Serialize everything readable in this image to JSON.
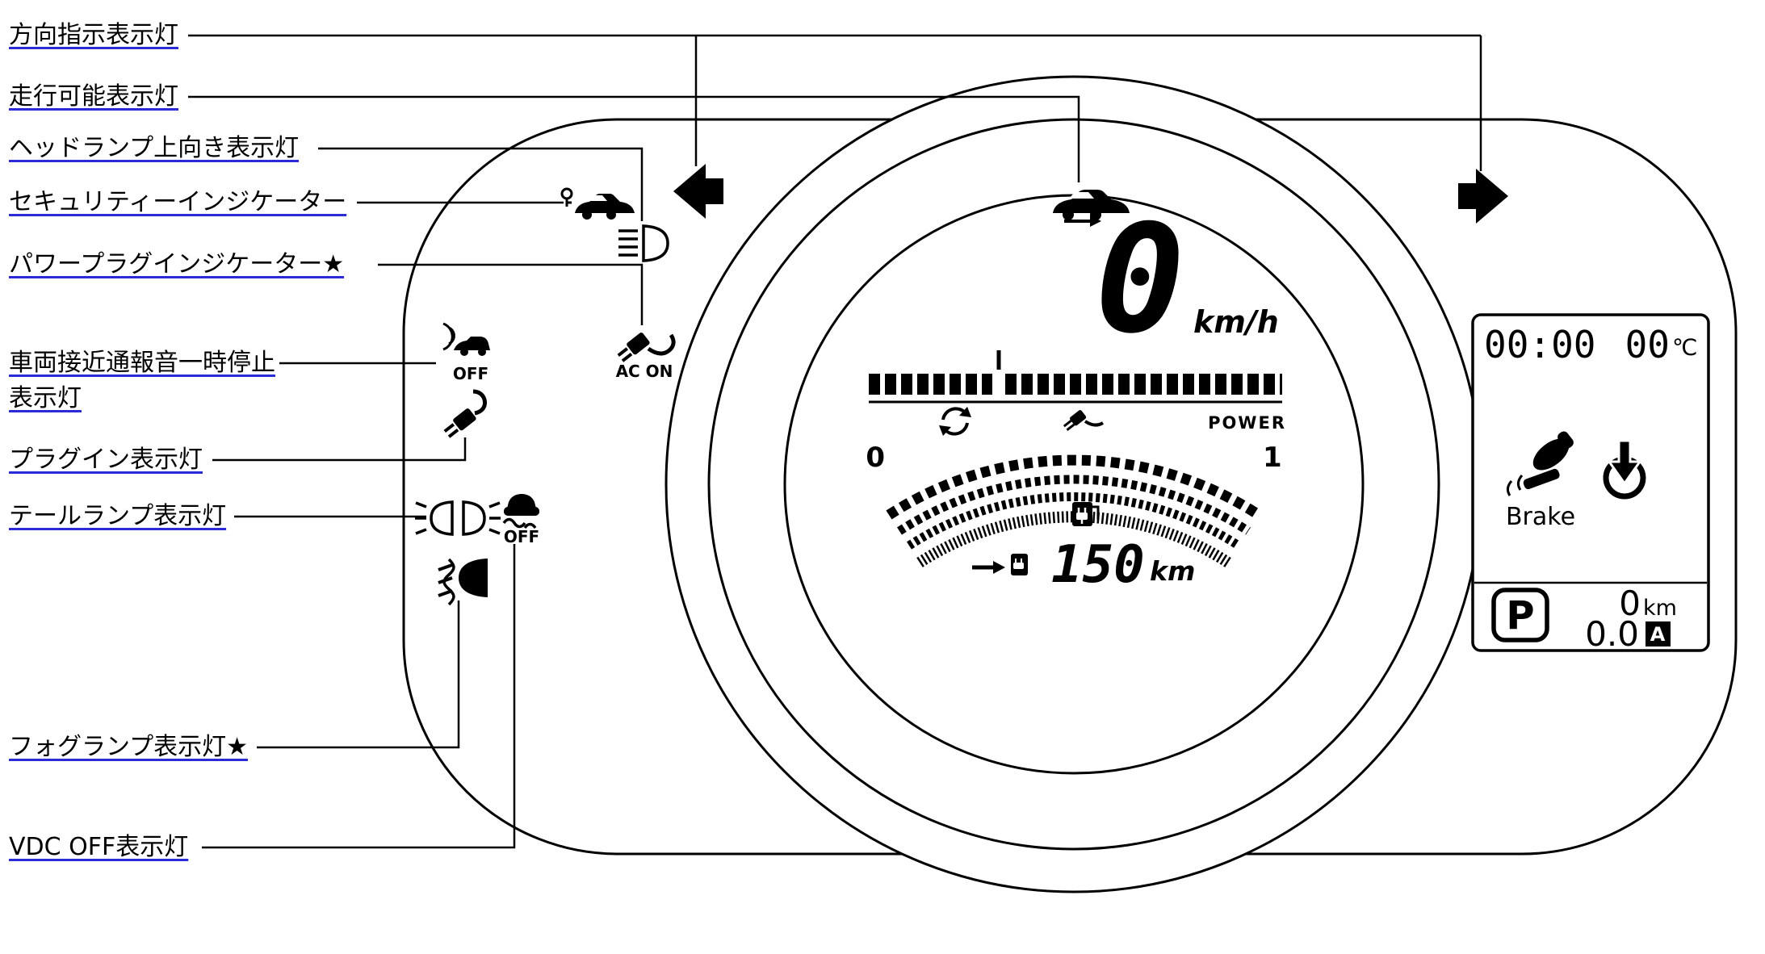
{
  "callouts": [
    {
      "label": "方向指示表示灯"
    },
    {
      "label": "走行可能表示灯"
    },
    {
      "label": "ヘッドランプ上向き表示灯"
    },
    {
      "label": "セキュリティーインジケーター"
    },
    {
      "label": "パワープラグインジケーター★"
    },
    {
      "label": "車両接近通報音一時停止",
      "label2": "表示灯"
    },
    {
      "label": "プラグイン表示灯"
    },
    {
      "label": "テールランプ表示灯"
    },
    {
      "label": "フォグランプ表示灯★"
    },
    {
      "label": "VDC OFF表示灯"
    }
  ],
  "cluster": {
    "speed": "0",
    "speed_unit": "km/h",
    "ac_on": "AC ON",
    "approach_off": "OFF",
    "vdc_off": "OFF",
    "power_min": "0",
    "power_max": "1",
    "power_label": "POWER",
    "range_value": "150",
    "range_unit": "km"
  },
  "info_panel": {
    "clock": "00:00",
    "temp_value": "00",
    "temp_unit": "℃",
    "brake_label": "Brake",
    "gear": "P",
    "odo_value": "0",
    "odo_unit": "km",
    "trip_value": "0.0",
    "trip_badge": "A"
  },
  "colors": {
    "line": "#000000",
    "link_underline": "#2b2bd6",
    "background": "#ffffff"
  }
}
